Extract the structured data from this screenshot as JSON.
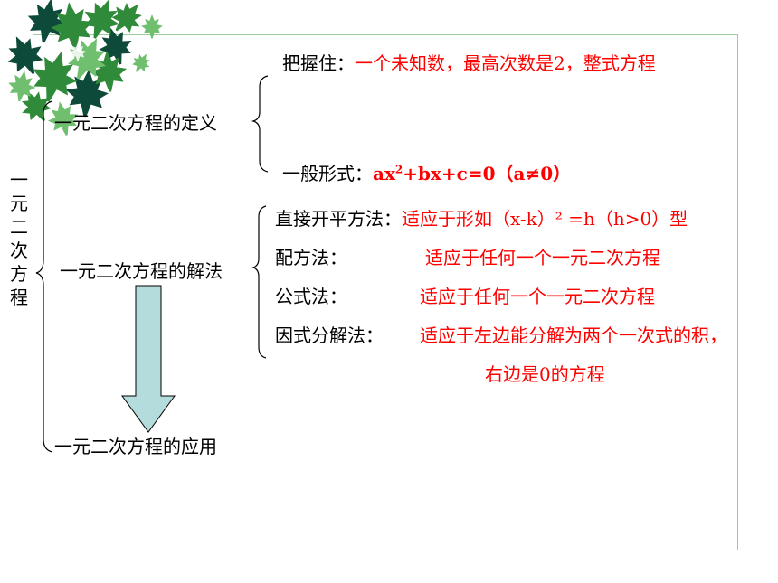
{
  "title": "一元二次方程",
  "branches": [
    {
      "label": "一元二次方程的定义"
    },
    {
      "label": "一元二次方程的解法"
    },
    {
      "label": "一元二次方程的应用"
    }
  ],
  "definition": [
    {
      "lead": "把握住：",
      "detail": "一个未知数，最高次数是2，整式方程"
    },
    {
      "lead": "一般形式：",
      "detail_pre": "ax",
      "detail_sup": "2",
      "detail_post": "+bx+c=0（a≠0）"
    }
  ],
  "methods": [
    {
      "name": "直接开平方法：",
      "detail": "适应于形如（x-k）² =h（h>0）型"
    },
    {
      "name": "配方法：",
      "detail": "适应于任何一个一元二次方程"
    },
    {
      "name": "公式法：",
      "detail": "适应于任何一个一元二次方程"
    },
    {
      "name": "因式分解法：",
      "detail": "适应于左边能分解为两个一次式的积，",
      "detail_cont": "右边是0的方程"
    }
  ],
  "colors": {
    "text": "#000000",
    "highlight": "#ff0000",
    "arrow_fill": "#b4dcdc",
    "frame": "#9ccc9c",
    "leaf_dark": "#0d4a3a",
    "leaf_mid": "#2f8a3a",
    "leaf_light": "#6fbf6f"
  },
  "icons": [
    "maple-leaf-cluster-icon",
    "down-arrow-icon"
  ]
}
